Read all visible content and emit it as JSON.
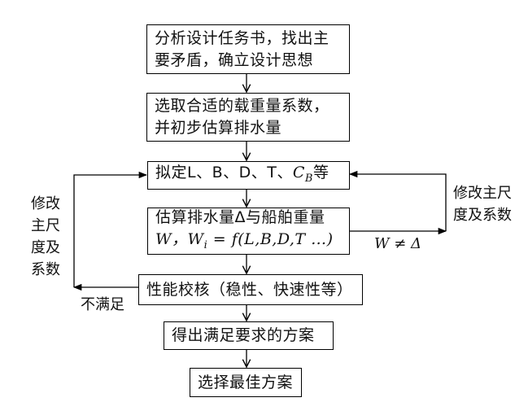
{
  "nodes": [
    {
      "id": "analyze",
      "lines": [
        "分析设计任务书，找出主",
        "要矛盾，确立设计思想"
      ]
    },
    {
      "id": "select-coef",
      "lines": [
        "选取合适的载重量系数，",
        "并初步估算排水量"
      ]
    },
    {
      "id": "set-dims",
      "text_prefix": "拟定L、B、D、T、",
      "math_main": "C",
      "math_sub": "B",
      "text_suffix": "等"
    },
    {
      "id": "estimate",
      "line1": "估算排水量Δ与船舶重量",
      "line2_math": "W，W",
      "line2_sub": "i",
      "line2_rest": " = f(L,B,D,T …)"
    },
    {
      "id": "check",
      "text": "性能校核（稳性、快速性等）"
    },
    {
      "id": "result",
      "text": "得出满足要求的方案"
    },
    {
      "id": "best",
      "text": "选择最佳方案"
    }
  ],
  "labels": {
    "left_loop": [
      "修改",
      "主尺",
      "度及",
      "系数"
    ],
    "left_condition": "不满足",
    "right_loop": [
      "修改主尺",
      "度及系数"
    ],
    "right_condition": "W ≠ Δ"
  }
}
